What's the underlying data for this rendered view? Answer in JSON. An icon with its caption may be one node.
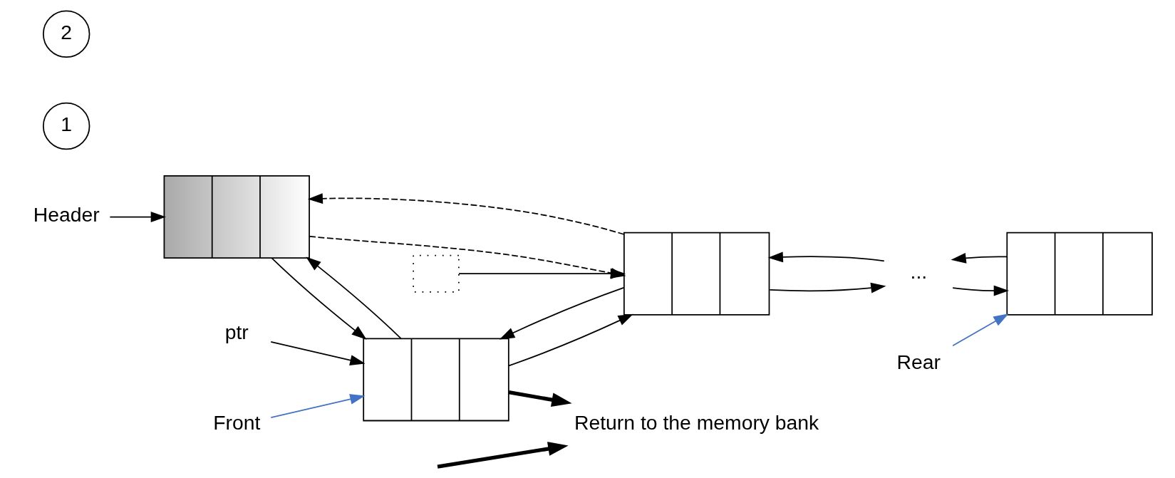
{
  "diagram": {
    "nodes": [
      {
        "text": [
          "Header"
        ]
      },
      {
        "text": [],
        "shape": "box"
      },
      {
        "text": [
          "ptr"
        ]
      },
      {
        "text": [],
        "shape": "box"
      },
      {
        "text": [],
        "shape": "scribble"
      },
      {
        "text": [],
        "shape": "box"
      },
      {
        "text": [
          "..."
        ]
      },
      {
        "text": [],
        "shape": "box"
      },
      {
        "text": [
          "Front"
        ]
      },
      {
        "text": [
          "Rear"
        ]
      },
      {
        "text": [
          "Return to the memory bank"
        ]
      }
    ],
    "edges": [
      {
        "from": 0,
        "to": 1,
        "arrow": "to"
      },
      {
        "from": 2,
        "to": 3,
        "arrow": "to"
      },
      {
        "from": 4,
        "to": 5,
        "arrow": "to"
      },
      {
        "from": 1,
        "to": 3,
        "arrow": "to"
      },
      {
        "from": 3,
        "to": 1,
        "arrow": "to"
      },
      {
        "from": 1,
        "to": 5,
        "arrow": "to",
        "style": "dashed"
      },
      {
        "from": 5,
        "to": 1,
        "arrow": "to",
        "style": "dashed"
      },
      {
        "from": 3,
        "to": 5,
        "arrow": "to"
      },
      {
        "from": 5,
        "to": 3,
        "arrow": "to"
      },
      {
        "from": 5,
        "to": 6,
        "arrow": "to"
      },
      {
        "from": 6,
        "to": 5,
        "arrow": "to"
      },
      {
        "from": 6,
        "to": 7,
        "arrow": "to"
      },
      {
        "from": 7,
        "to": 6,
        "arrow": "to"
      },
      {
        "from": 3,
        "to": 10,
        "arrow": "to",
        "style": "thick"
      },
      {
        "from": null,
        "to": 10,
        "arrow": "to",
        "style": "thick"
      },
      {
        "from": 8,
        "to": 3,
        "arrow": "to",
        "color": "#4472c4"
      },
      {
        "from": 9,
        "to": 7,
        "arrow": "to",
        "color": "#4472c4"
      }
    ],
    "labels": [
      "1",
      "2"
    ]
  }
}
